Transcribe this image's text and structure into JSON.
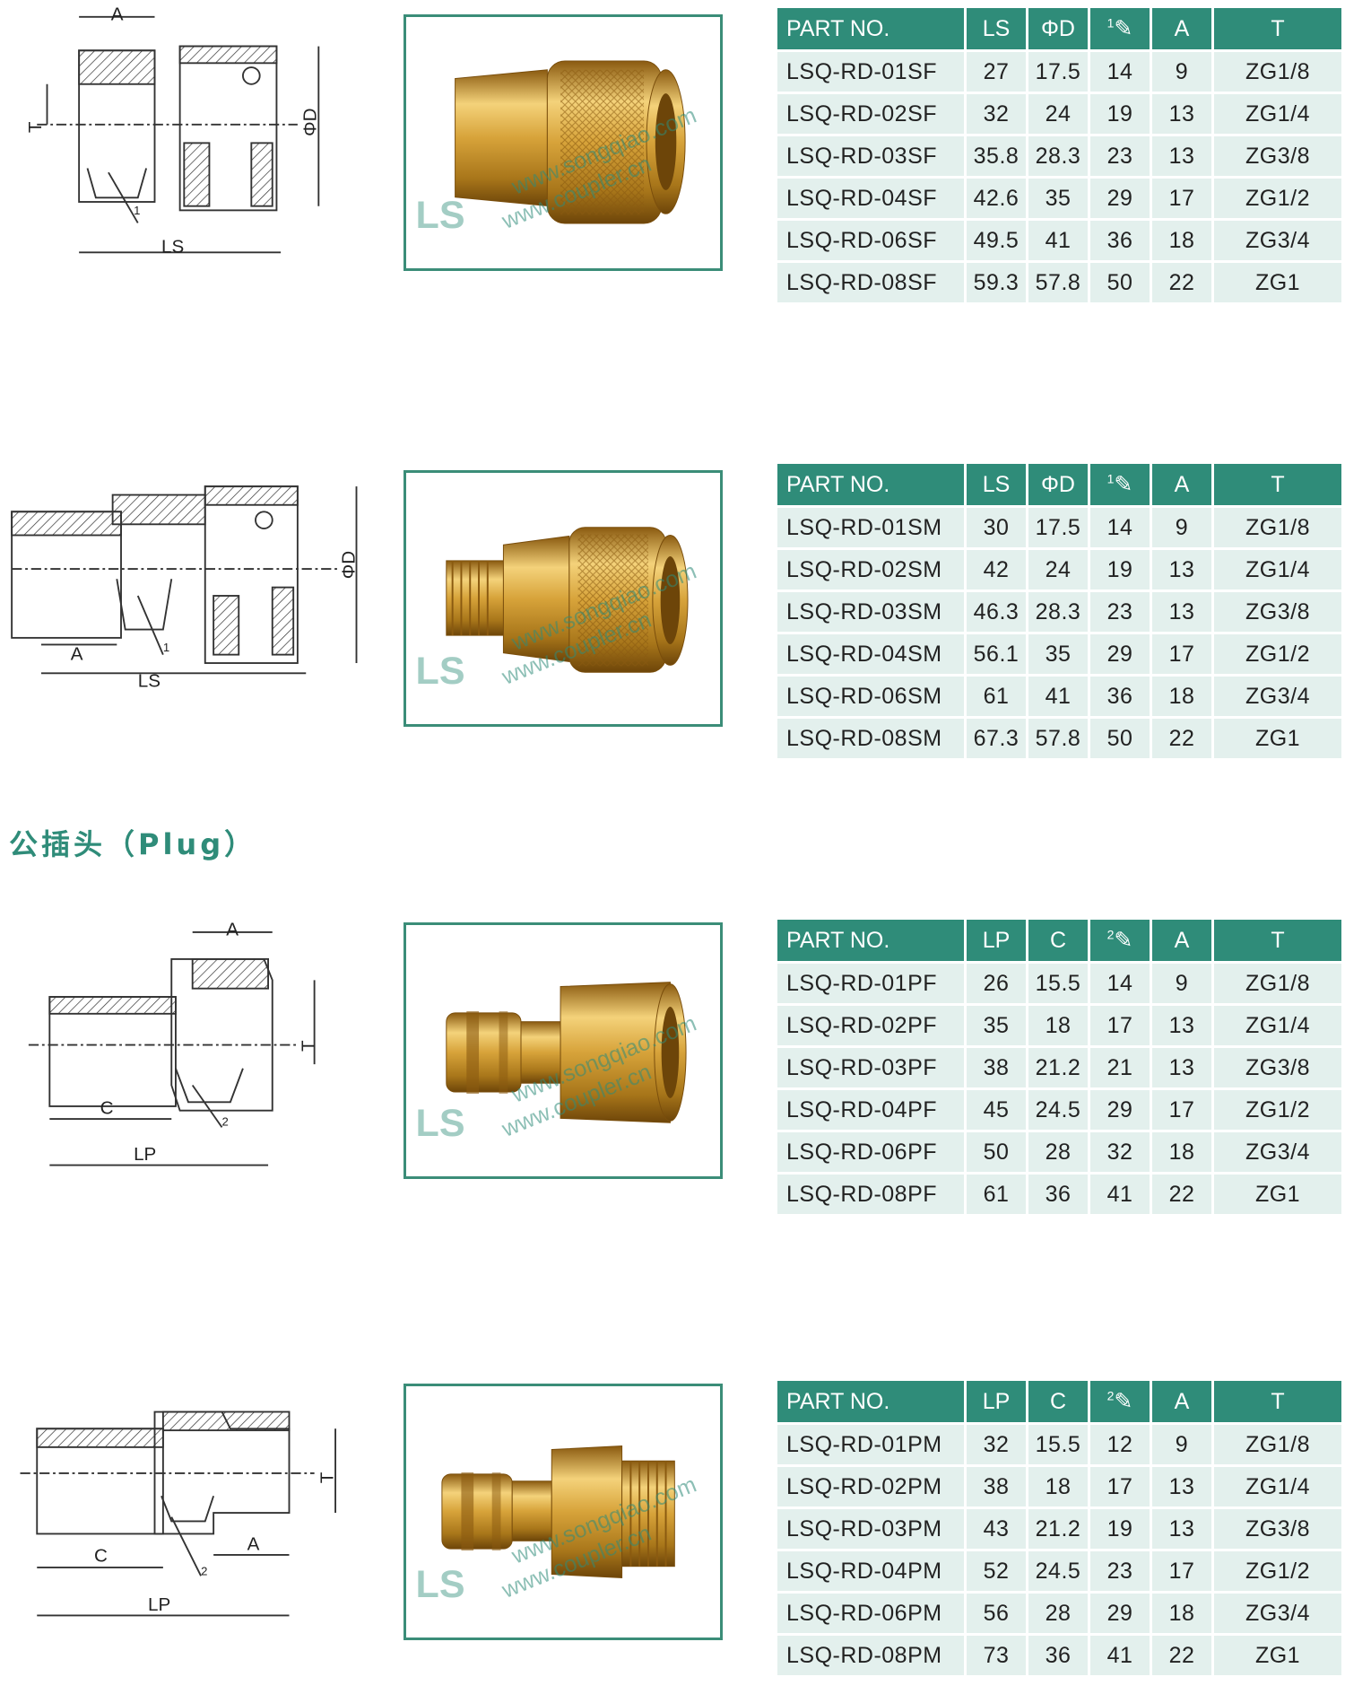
{
  "watermark": {
    "line1": "www.songqiao.com",
    "line2": "www.coupler.cn",
    "brand": "LS"
  },
  "section_heading": "公插头（Plug）",
  "groups": [
    {
      "id": "sf",
      "headers": [
        "PART NO.",
        "LS",
        "ΦD",
        "1",
        "A",
        "T"
      ],
      "drawing_labels": {
        "dim1": "A",
        "dim2": "T",
        "dim3": "ΦD",
        "dim4": "LS",
        "wrench": "1"
      },
      "rows": [
        [
          "LSQ-RD-01SF",
          "27",
          "17.5",
          "14",
          "9",
          "ZG1/8"
        ],
        [
          "LSQ-RD-02SF",
          "32",
          "24",
          "19",
          "13",
          "ZG1/4"
        ],
        [
          "LSQ-RD-03SF",
          "35.8",
          "28.3",
          "23",
          "13",
          "ZG3/8"
        ],
        [
          "LSQ-RD-04SF",
          "42.6",
          "35",
          "29",
          "17",
          "ZG1/2"
        ],
        [
          "LSQ-RD-06SF",
          "49.5",
          "41",
          "36",
          "18",
          "ZG3/4"
        ],
        [
          "LSQ-RD-08SF",
          "59.3",
          "57.8",
          "50",
          "22",
          "ZG1"
        ]
      ]
    },
    {
      "id": "sm",
      "headers": [
        "PART NO.",
        "LS",
        "ΦD",
        "1",
        "A",
        "T"
      ],
      "drawing_labels": {
        "dim1": "A",
        "dim2": "ΦD",
        "dim3": "LS",
        "wrench": "1"
      },
      "rows": [
        [
          "LSQ-RD-01SM",
          "30",
          "17.5",
          "14",
          "9",
          "ZG1/8"
        ],
        [
          "LSQ-RD-02SM",
          "42",
          "24",
          "19",
          "13",
          "ZG1/4"
        ],
        [
          "LSQ-RD-03SM",
          "46.3",
          "28.3",
          "23",
          "13",
          "ZG3/8"
        ],
        [
          "LSQ-RD-04SM",
          "56.1",
          "35",
          "29",
          "17",
          "ZG1/2"
        ],
        [
          "LSQ-RD-06SM",
          "61",
          "41",
          "36",
          "18",
          "ZG3/4"
        ],
        [
          "LSQ-RD-08SM",
          "67.3",
          "57.8",
          "50",
          "22",
          "ZG1"
        ]
      ]
    },
    {
      "id": "pf",
      "headers": [
        "PART NO.",
        "LP",
        "C",
        "2",
        "A",
        "T"
      ],
      "drawing_labels": {
        "dim1": "A",
        "dim2": "T",
        "dim3": "C",
        "dim4": "LP",
        "wrench": "2"
      },
      "rows": [
        [
          "LSQ-RD-01PF",
          "26",
          "15.5",
          "14",
          "9",
          "ZG1/8"
        ],
        [
          "LSQ-RD-02PF",
          "35",
          "18",
          "17",
          "13",
          "ZG1/4"
        ],
        [
          "LSQ-RD-03PF",
          "38",
          "21.2",
          "21",
          "13",
          "ZG3/8"
        ],
        [
          "LSQ-RD-04PF",
          "45",
          "24.5",
          "29",
          "17",
          "ZG1/2"
        ],
        [
          "LSQ-RD-06PF",
          "50",
          "28",
          "32",
          "18",
          "ZG3/4"
        ],
        [
          "LSQ-RD-08PF",
          "61",
          "36",
          "41",
          "22",
          "ZG1"
        ]
      ]
    },
    {
      "id": "pm",
      "headers": [
        "PART NO.",
        "LP",
        "C",
        "2",
        "A",
        "T"
      ],
      "drawing_labels": {
        "dim1": "T",
        "dim2": "C",
        "dim3": "A",
        "dim4": "LP",
        "wrench": "2"
      },
      "rows": [
        [
          "LSQ-RD-01PM",
          "32",
          "15.5",
          "12",
          "9",
          "ZG1/8"
        ],
        [
          "LSQ-RD-02PM",
          "38",
          "18",
          "17",
          "13",
          "ZG1/4"
        ],
        [
          "LSQ-RD-03PM",
          "43",
          "21.2",
          "19",
          "13",
          "ZG3/8"
        ],
        [
          "LSQ-RD-04PM",
          "52",
          "24.5",
          "23",
          "17",
          "ZG1/2"
        ],
        [
          "LSQ-RD-06PM",
          "56",
          "28",
          "29",
          "18",
          "ZG3/4"
        ],
        [
          "LSQ-RD-08PM",
          "73",
          "36",
          "41",
          "22",
          "ZG1"
        ]
      ]
    }
  ],
  "colors": {
    "accent": "#2f8c79",
    "cell": "#e3f0ed",
    "brass": "#d9a93a",
    "brass_dark": "#a8761a"
  }
}
